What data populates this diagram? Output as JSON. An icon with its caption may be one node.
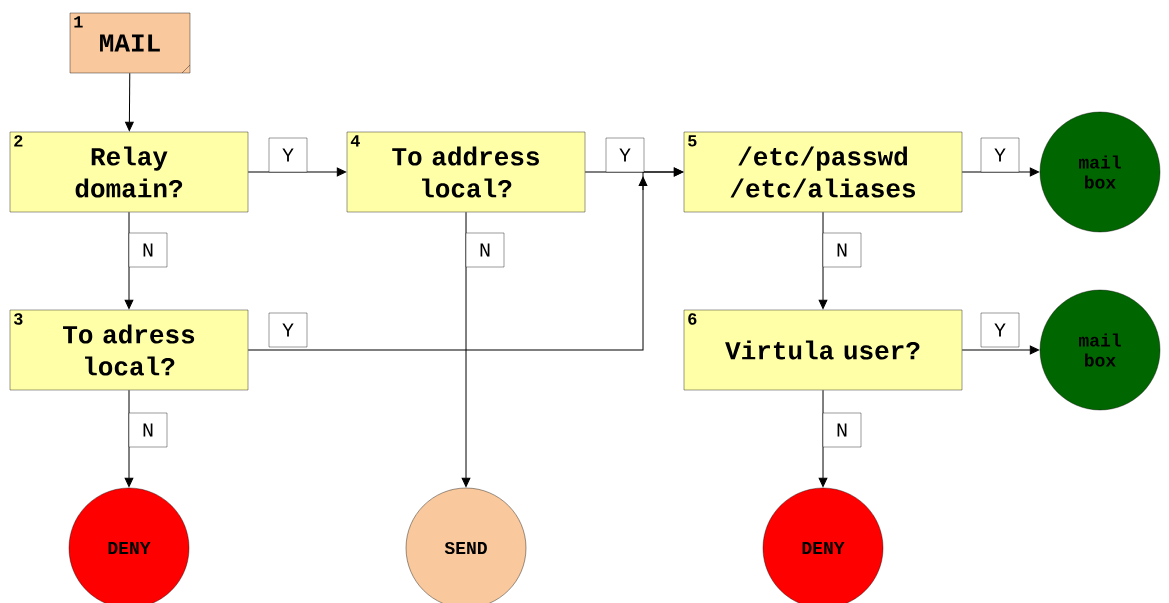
{
  "diagram": {
    "nodes": [
      {
        "text": [
          "1",
          "MAIL"
        ]
      },
      {
        "text": [
          "2",
          "Relay domain?"
        ]
      },
      {
        "text": [
          "4",
          "To address local?"
        ]
      },
      {
        "text": [
          "5",
          "/etc/passwd /etc/aliases"
        ]
      },
      {
        "text": [
          "mail box"
        ]
      },
      {
        "text": [
          "3",
          "To adress local?"
        ]
      },
      {
        "text": [
          "6",
          "Virtula user?"
        ]
      },
      {
        "text": [
          "mail box"
        ]
      },
      {
        "text": [
          "DENY"
        ]
      },
      {
        "text": [
          "SEND"
        ]
      },
      {
        "text": [
          "DENY"
        ]
      }
    ],
    "edges": [
      {
        "from": 0,
        "to": 1,
        "arrow": "to"
      },
      {
        "from": 1,
        "to": 2,
        "arrow": "to",
        "label": "Y"
      },
      {
        "from": 1,
        "to": 5,
        "arrow": "to",
        "label": "N"
      },
      {
        "from": 2,
        "to": 3,
        "arrow": "to",
        "label": "Y"
      },
      {
        "from": 2,
        "to": 9,
        "arrow": "to",
        "label": "N"
      },
      {
        "from": 5,
        "to": 3,
        "arrow": "to",
        "label": "Y"
      },
      {
        "from": 3,
        "to": 4,
        "arrow": "to",
        "label": "Y"
      },
      {
        "from": 3,
        "to": 6,
        "arrow": "to",
        "label": "N"
      },
      {
        "from": 5,
        "to": 8,
        "arrow": "to",
        "label": "N"
      },
      {
        "from": 6,
        "to": 7,
        "arrow": "to",
        "label": "Y"
      },
      {
        "from": 6,
        "to": 10,
        "arrow": "to",
        "label": "N"
      }
    ]
  }
}
